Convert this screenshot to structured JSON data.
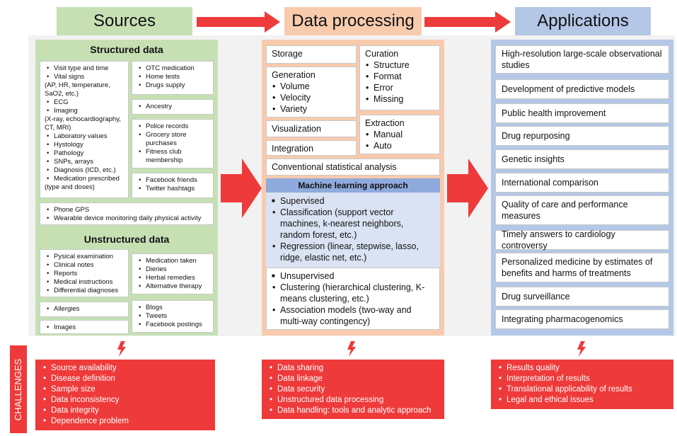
{
  "headers": {
    "sources": "Sources",
    "processing": "Data processing",
    "applications": "Applications"
  },
  "colors": {
    "sources_green": "#c6e0b4",
    "processing_orange": "#f8cbad",
    "applications_blue": "#b4c7e7",
    "ml_blue": "#dae3f3",
    "ml_title_blue": "#8faadc",
    "challenge_red": "#ee3a3a",
    "arrow_red": "#ee3a3a"
  },
  "sources": {
    "structured_title": "Structured data",
    "box1": [
      "Visit type and time",
      "Vital signs"
    ],
    "box1_vital_detail": "(AP, HR, temperature, SaO2, etc.)",
    "box1_b": [
      "ECG",
      "Imaging"
    ],
    "box1_imaging_detail": "(X-ray, echocardiography, CT, MRI)",
    "box1_c": [
      "Laboratory values",
      "Hystology",
      "Pathology",
      "SNPs, arrays",
      "Diagnosis (ICD, etc.)",
      "Medication prescribed"
    ],
    "box1_med_detail": "(type and doses)",
    "box2": [
      "OTC medication",
      "Home tests",
      "Drugs supply"
    ],
    "box3": [
      "Ancestry"
    ],
    "box4": [
      "Police records",
      "Grocery store purchases",
      "Fitness club membership"
    ],
    "box5": [
      "Facebook friends",
      "Twitter hashtags"
    ],
    "box6": [
      "Phone GPS",
      "Wearable device monitoring daily physical activity"
    ],
    "unstructured_title": "Unstructured data",
    "box7": [
      "Pysical examination",
      "Clinical notes",
      "Reports",
      "Medical instructions",
      "Differential diagnoses"
    ],
    "box8": [
      "Medication taken",
      "Dieries",
      "Herbal remedies",
      "Alternative therapy"
    ],
    "box9": [
      "Allergies"
    ],
    "box10": [
      "Blogs",
      "Tweets",
      "Facebook postings"
    ],
    "box11": [
      "Images"
    ]
  },
  "processing": {
    "storage": "Storage",
    "generation_title": "Generation",
    "generation": [
      "Volume",
      "Velocity",
      "Variety"
    ],
    "curation_title": "Curation",
    "curation": [
      "Structure",
      "Format",
      "Error",
      "Missing"
    ],
    "visualization": "Visualization",
    "extraction_title": "Extraction",
    "extraction": [
      "Manual",
      "Auto"
    ],
    "integration": "Integration",
    "conventional": "Conventional statistical analysis",
    "ml_title": "Machine learning approach",
    "supervised": "Supervised",
    "supervised_items": [
      "Classification (support vector machines, k-nearest neighbors, random forest, etc.)",
      "Regression (linear, stepwise, lasso, ridge, elastic net, etc.)"
    ],
    "unsupervised": "Unsupervised",
    "unsupervised_items": [
      "Clustering (hierarchical clustering, K-means clustering, etc.)",
      "Association models (two-way and multi-way contingency)"
    ]
  },
  "applications": [
    "High-resolution large-scale observational studies",
    "Development of predictive models",
    "Public health improvement",
    "Drug repurposing",
    "Genetic insights",
    "International comparison",
    "Quality of care and performance measures",
    "Timely answers to cardiology controversy",
    "Personalized medicine by estimates of benefits and harms of treatments",
    "Drug surveillance",
    "Integrating pharmacogenomics"
  ],
  "challenges": {
    "label": "CHALLENGES",
    "sources": [
      "Source availability",
      "Disease definition",
      "Sample size",
      "Data inconsistency",
      "Data integrity",
      "Dependence problem"
    ],
    "processing": [
      "Data sharing",
      "Data linkage",
      "Data security",
      "Unstructured data processing",
      "Data handling: tools and analytic approach"
    ],
    "applications": [
      "Results quality",
      "Interpretation of results",
      "Translational applicability of results",
      "Legal and ethical issues"
    ]
  }
}
